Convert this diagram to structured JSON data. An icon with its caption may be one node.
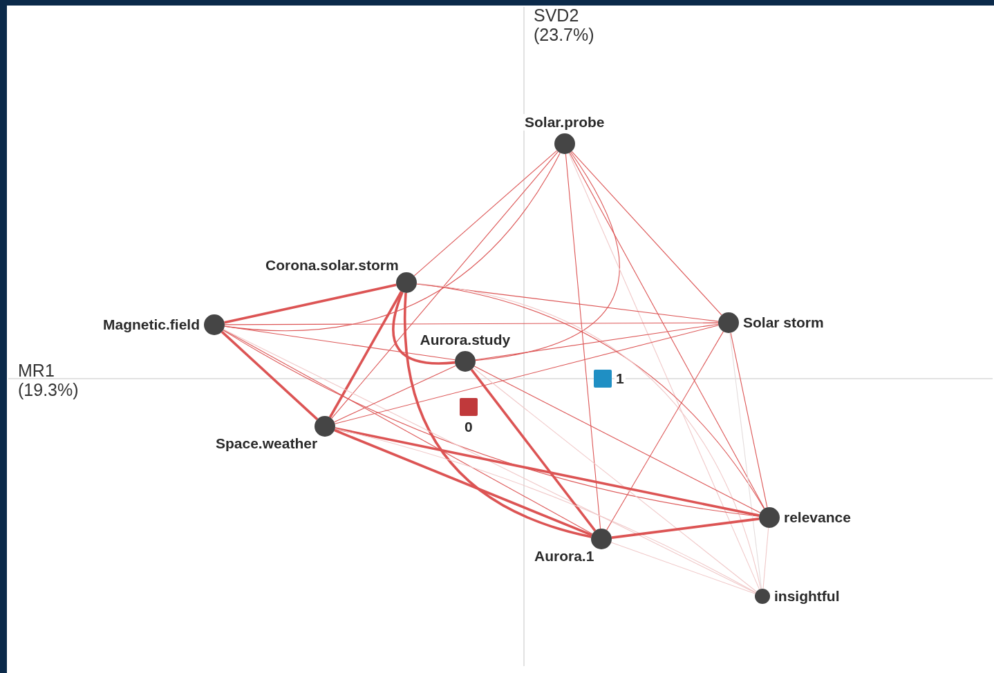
{
  "diagram": {
    "nodes": [
      {
        "text": [
          "Solar.probe"
        ]
      },
      {
        "text": [
          "Corona.solar.storm"
        ]
      },
      {
        "text": [
          "Magnetic.field"
        ]
      },
      {
        "text": [
          "Solar storm"
        ]
      },
      {
        "text": [
          "Aurora.study"
        ]
      },
      {
        "text": [
          "0"
        ]
      },
      {
        "text": [
          "1"
        ]
      },
      {
        "text": [
          "Space.weather"
        ]
      },
      {
        "text": [
          "Aurora.1"
        ]
      },
      {
        "text": [
          "relevance"
        ]
      },
      {
        "text": [
          "insightful"
        ]
      }
    ],
    "edges": [
      {
        "from": 0,
        "to": 1,
        "arrow": "none"
      },
      {
        "from": 0,
        "to": 2,
        "arrow": "none"
      },
      {
        "from": 0,
        "to": 3,
        "arrow": "none"
      },
      {
        "from": 0,
        "to": 4,
        "arrow": "none"
      },
      {
        "from": 0,
        "to": 7,
        "arrow": "none"
      },
      {
        "from": 0,
        "to": 8,
        "arrow": "none"
      },
      {
        "from": 0,
        "to": 9,
        "arrow": "none"
      },
      {
        "from": 0,
        "to": 10,
        "arrow": "none",
        "color": "#f0c8c8"
      },
      {
        "from": 1,
        "to": 2,
        "arrow": "none",
        "style": "thick"
      },
      {
        "from": 1,
        "to": 3,
        "arrow": "none"
      },
      {
        "from": 1,
        "to": 4,
        "arrow": "none",
        "style": "thick"
      },
      {
        "from": 1,
        "to": 7,
        "arrow": "none",
        "style": "thick"
      },
      {
        "from": 1,
        "to": 8,
        "arrow": "none",
        "style": "thick"
      },
      {
        "from": 1,
        "to": 9,
        "arrow": "none"
      },
      {
        "from": 1,
        "to": 10,
        "arrow": "none",
        "color": "#f0c8c8"
      },
      {
        "from": 2,
        "to": 3,
        "arrow": "none"
      },
      {
        "from": 2,
        "to": 4,
        "arrow": "none"
      },
      {
        "from": 2,
        "to": 7,
        "arrow": "none",
        "style": "thick"
      },
      {
        "from": 2,
        "to": 8,
        "arrow": "none"
      },
      {
        "from": 2,
        "to": 9,
        "arrow": "none"
      },
      {
        "from": 2,
        "to": 10,
        "arrow": "none",
        "color": "#f0c8c8"
      },
      {
        "from": 3,
        "to": 4,
        "arrow": "none"
      },
      {
        "from": 3,
        "to": 7,
        "arrow": "none"
      },
      {
        "from": 3,
        "to": 8,
        "arrow": "none"
      },
      {
        "from": 3,
        "to": 9,
        "arrow": "none"
      },
      {
        "from": 3,
        "to": 10,
        "arrow": "none",
        "color": "#e4dcdc"
      },
      {
        "from": 4,
        "to": 7,
        "arrow": "none"
      },
      {
        "from": 4,
        "to": 8,
        "arrow": "none",
        "style": "thick"
      },
      {
        "from": 4,
        "to": 9,
        "arrow": "none"
      },
      {
        "from": 4,
        "to": 10,
        "arrow": "none",
        "color": "#f0c8c8"
      },
      {
        "from": 7,
        "to": 8,
        "arrow": "none",
        "style": "thick"
      },
      {
        "from": 7,
        "to": 9,
        "arrow": "none",
        "style": "thick"
      },
      {
        "from": 7,
        "to": 10,
        "arrow": "none",
        "color": "#f0c8c8"
      },
      {
        "from": 8,
        "to": 9,
        "arrow": "none",
        "style": "thick"
      },
      {
        "from": 8,
        "to": 10,
        "arrow": "none",
        "color": "#f0c8c8"
      },
      {
        "from": 9,
        "to": 10,
        "arrow": "none",
        "color": "#f0c8c8"
      }
    ],
    "labels": [
      "SVD2 (23.7%)",
      "MR1 (19.3%)"
    ]
  }
}
